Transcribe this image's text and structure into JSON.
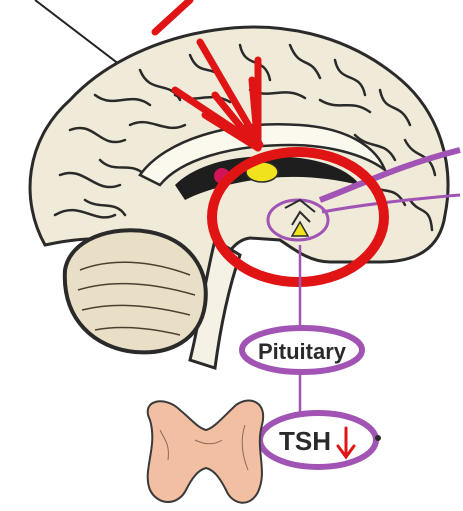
{
  "diagram": {
    "labels": {
      "pituitary": "Pituitary",
      "tsh": "TSH"
    },
    "symbols": {
      "tsh_change_symbol": "down-arrow"
    },
    "colors": {
      "brain_fill": "#f0ebd8",
      "brain_outline": "#2a2a2a",
      "cerebellum_fill": "#e8dfc6",
      "highlight_red": "#e01414",
      "label_purple": "#a254b5",
      "thyroid_fill": "#f2bfa3",
      "thalamus_yellow": "#f0e31e",
      "pineal_magenta": "#d2145a"
    }
  }
}
